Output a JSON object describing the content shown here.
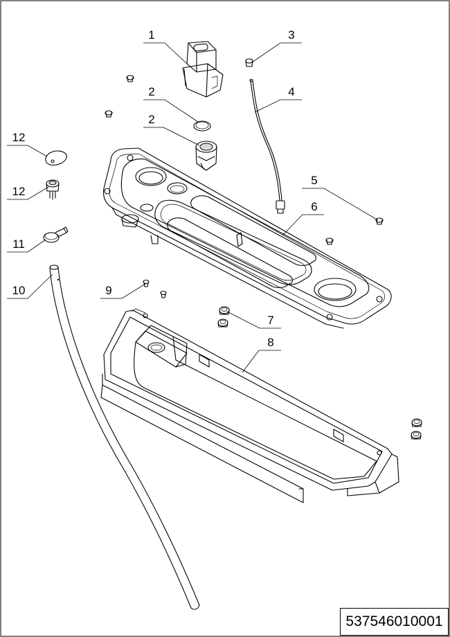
{
  "diagram": {
    "callouts": [
      {
        "label": "1"
      },
      {
        "label": "2"
      },
      {
        "label": "2"
      },
      {
        "label": "3"
      },
      {
        "label": "4"
      },
      {
        "label": "5"
      },
      {
        "label": "6"
      },
      {
        "label": "7"
      },
      {
        "label": "8"
      },
      {
        "label": "9"
      },
      {
        "label": "10"
      },
      {
        "label": "11"
      },
      {
        "label": "12"
      },
      {
        "label": "12"
      }
    ],
    "part_number": "537546010001"
  }
}
